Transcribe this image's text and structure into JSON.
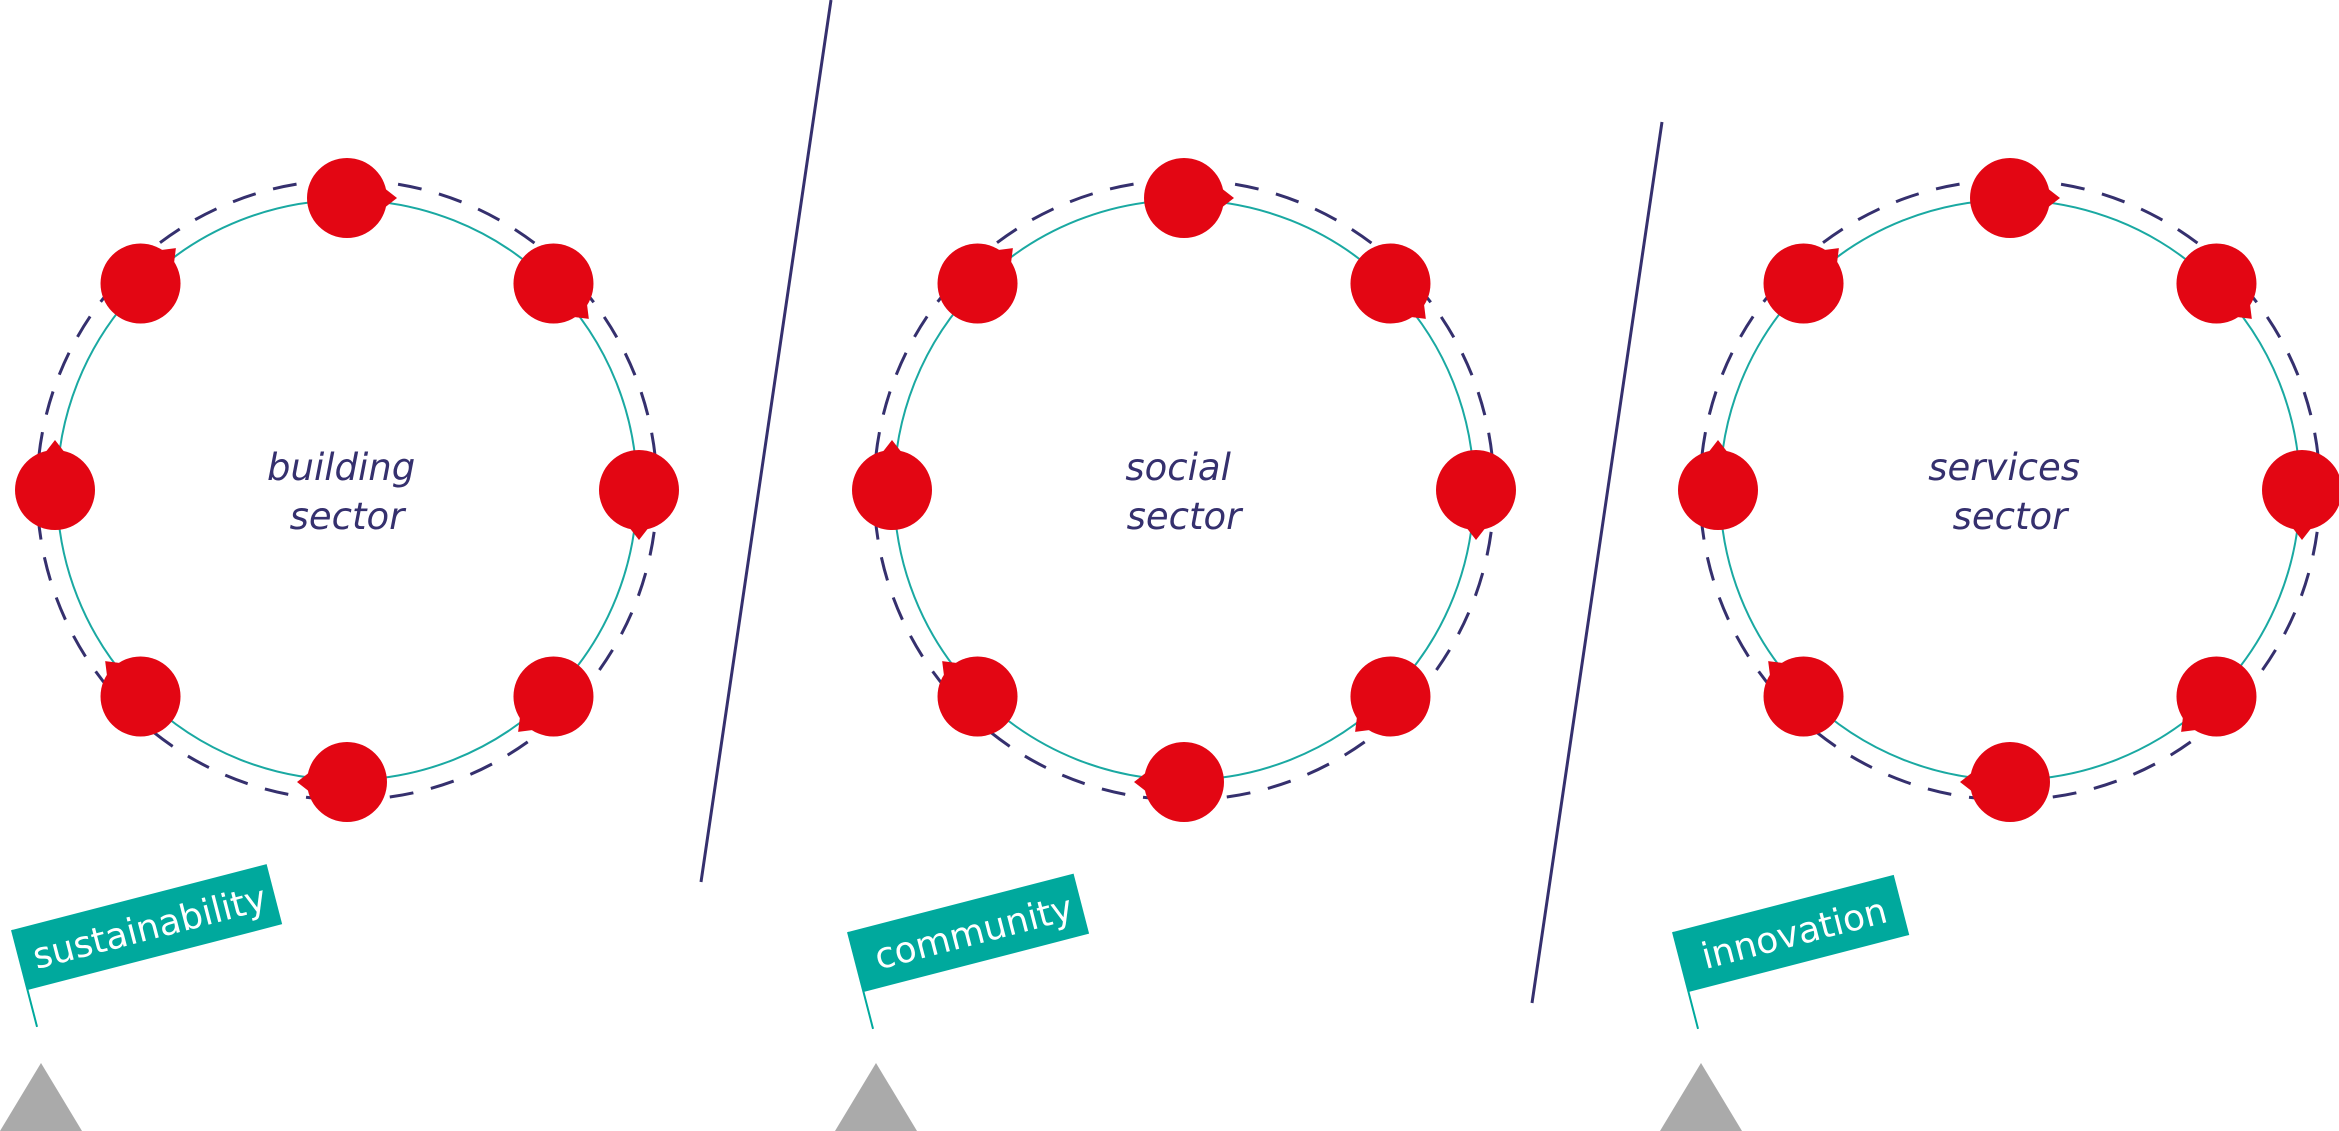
{
  "colors": {
    "ring": "#1aa9a2",
    "dash": "#35306e",
    "node": "#e30613",
    "text": "#35306e",
    "flag": "#00a99d",
    "flag_text": "#ffffff",
    "divider": "#35306e",
    "triangle": "#aaaaaa"
  },
  "sectors": [
    {
      "line1": "building",
      "line2": "sector",
      "flag": "sustainability"
    },
    {
      "line1": "social",
      "line2": "sector",
      "flag": "community"
    },
    {
      "line1": "services",
      "line2": "sector",
      "flag": "innovation"
    }
  ]
}
